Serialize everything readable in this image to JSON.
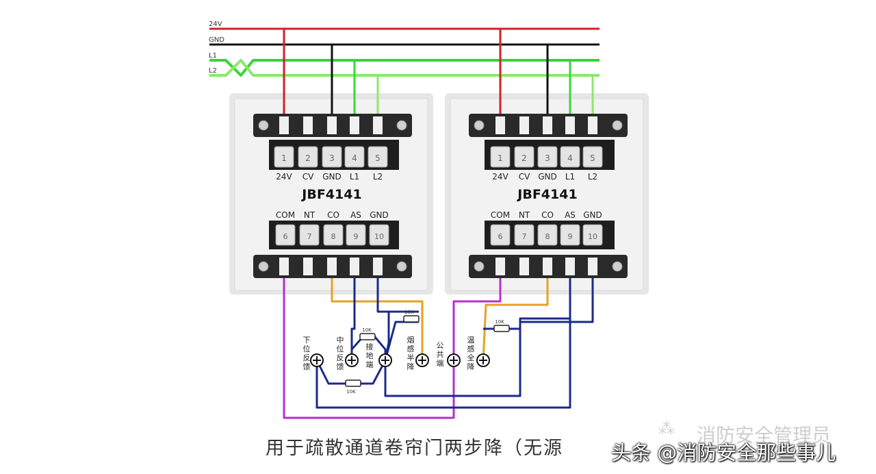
{
  "bus": {
    "labels": [
      "24V",
      "GND",
      "L1",
      "L2"
    ],
    "colors": {
      "v24": "#d4202a",
      "gnd": "#111111",
      "l1": "#37d637",
      "l2": "#8be86a"
    }
  },
  "modules": [
    {
      "name": "JBF4141",
      "top_terminals": [
        {
          "num": "1",
          "label": "24V"
        },
        {
          "num": "2",
          "label": "CV"
        },
        {
          "num": "3",
          "label": "GND"
        },
        {
          "num": "4",
          "label": "L1"
        },
        {
          "num": "5",
          "label": "L2"
        }
      ],
      "bottom_terminals": [
        {
          "num": "6",
          "label": "COM"
        },
        {
          "num": "7",
          "label": "NT"
        },
        {
          "num": "8",
          "label": "CO"
        },
        {
          "num": "9",
          "label": "AS"
        },
        {
          "num": "10",
          "label": "GND"
        }
      ]
    },
    {
      "name": "JBF4141",
      "top_terminals": [
        {
          "num": "1",
          "label": "24V"
        },
        {
          "num": "2",
          "label": "CV"
        },
        {
          "num": "3",
          "label": "GND"
        },
        {
          "num": "4",
          "label": "L1"
        },
        {
          "num": "5",
          "label": "L2"
        }
      ],
      "bottom_terminals": [
        {
          "num": "6",
          "label": "COM"
        },
        {
          "num": "7",
          "label": "NT"
        },
        {
          "num": "8",
          "label": "CO"
        },
        {
          "num": "9",
          "label": "AS"
        },
        {
          "num": "10",
          "label": "GND"
        }
      ]
    }
  ],
  "door_terminals": [
    "下位反馈",
    "中位反馈",
    "接地端",
    "烟感半降",
    "公共端",
    "温感全降"
  ],
  "resistors": [
    "10K",
    "10K",
    "10K",
    "10K"
  ],
  "caption": "用于疏散通道卷帘门两步降（无源",
  "watermark": "消防安全管理员",
  "watermark_logo": "⁂",
  "credit": "头条 @消防安全那些事儿",
  "colors": {
    "purple": "#b52fcf",
    "orange": "#e8a020",
    "navy": "#1a2a8a",
    "panel": "#f2f2f2"
  }
}
